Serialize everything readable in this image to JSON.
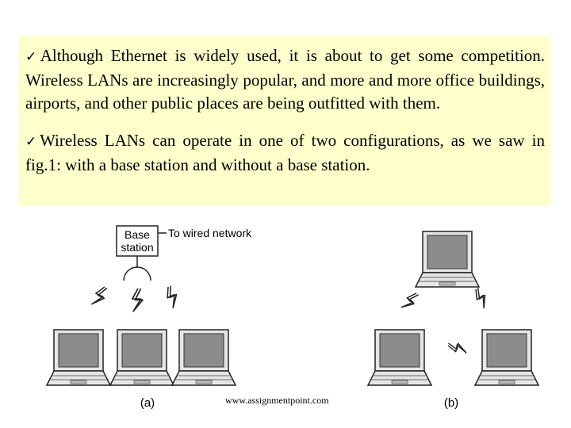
{
  "paragraphs": [
    {
      "bullet_icon": "check-mark-icon",
      "bullet_glyph": "✓",
      "text": "Although Ethernet is widely used, it is about to get some competition. Wireless LANs are increasingly popular, and more and more office buildings, airports, and other public places are being outfitted with them."
    },
    {
      "bullet_icon": "check-mark-icon",
      "bullet_glyph": "✓",
      "text": "Wireless LANs can operate in one of two configurations, as we saw in fig.1: with a base station and without a base station."
    }
  ],
  "figure": {
    "base_station_line1": "Base",
    "base_station_line2": "station",
    "wired_label": "To wired network",
    "caption_a": "(a)",
    "caption_b": "(b)"
  },
  "footer": {
    "url": "www.assignmentpoint.com"
  },
  "colors": {
    "textbox_bg": "#ffffcc",
    "laptop_screen": "#8c8c8c",
    "laptop_body": "#e6e6e6"
  }
}
